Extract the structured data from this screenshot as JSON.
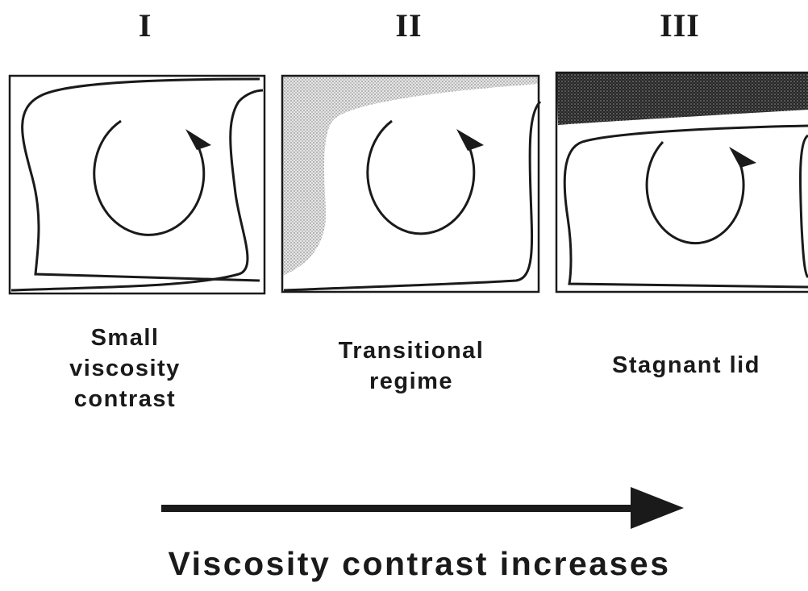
{
  "panels": [
    {
      "numeral": "I",
      "caption": [
        "Small",
        "viscosity",
        "contrast"
      ]
    },
    {
      "numeral": "II",
      "caption": [
        "Transitional",
        "regime"
      ]
    },
    {
      "numeral": "III",
      "caption": [
        "Stagnant lid"
      ]
    }
  ],
  "axis_label": "Viscosity contrast increases"
}
